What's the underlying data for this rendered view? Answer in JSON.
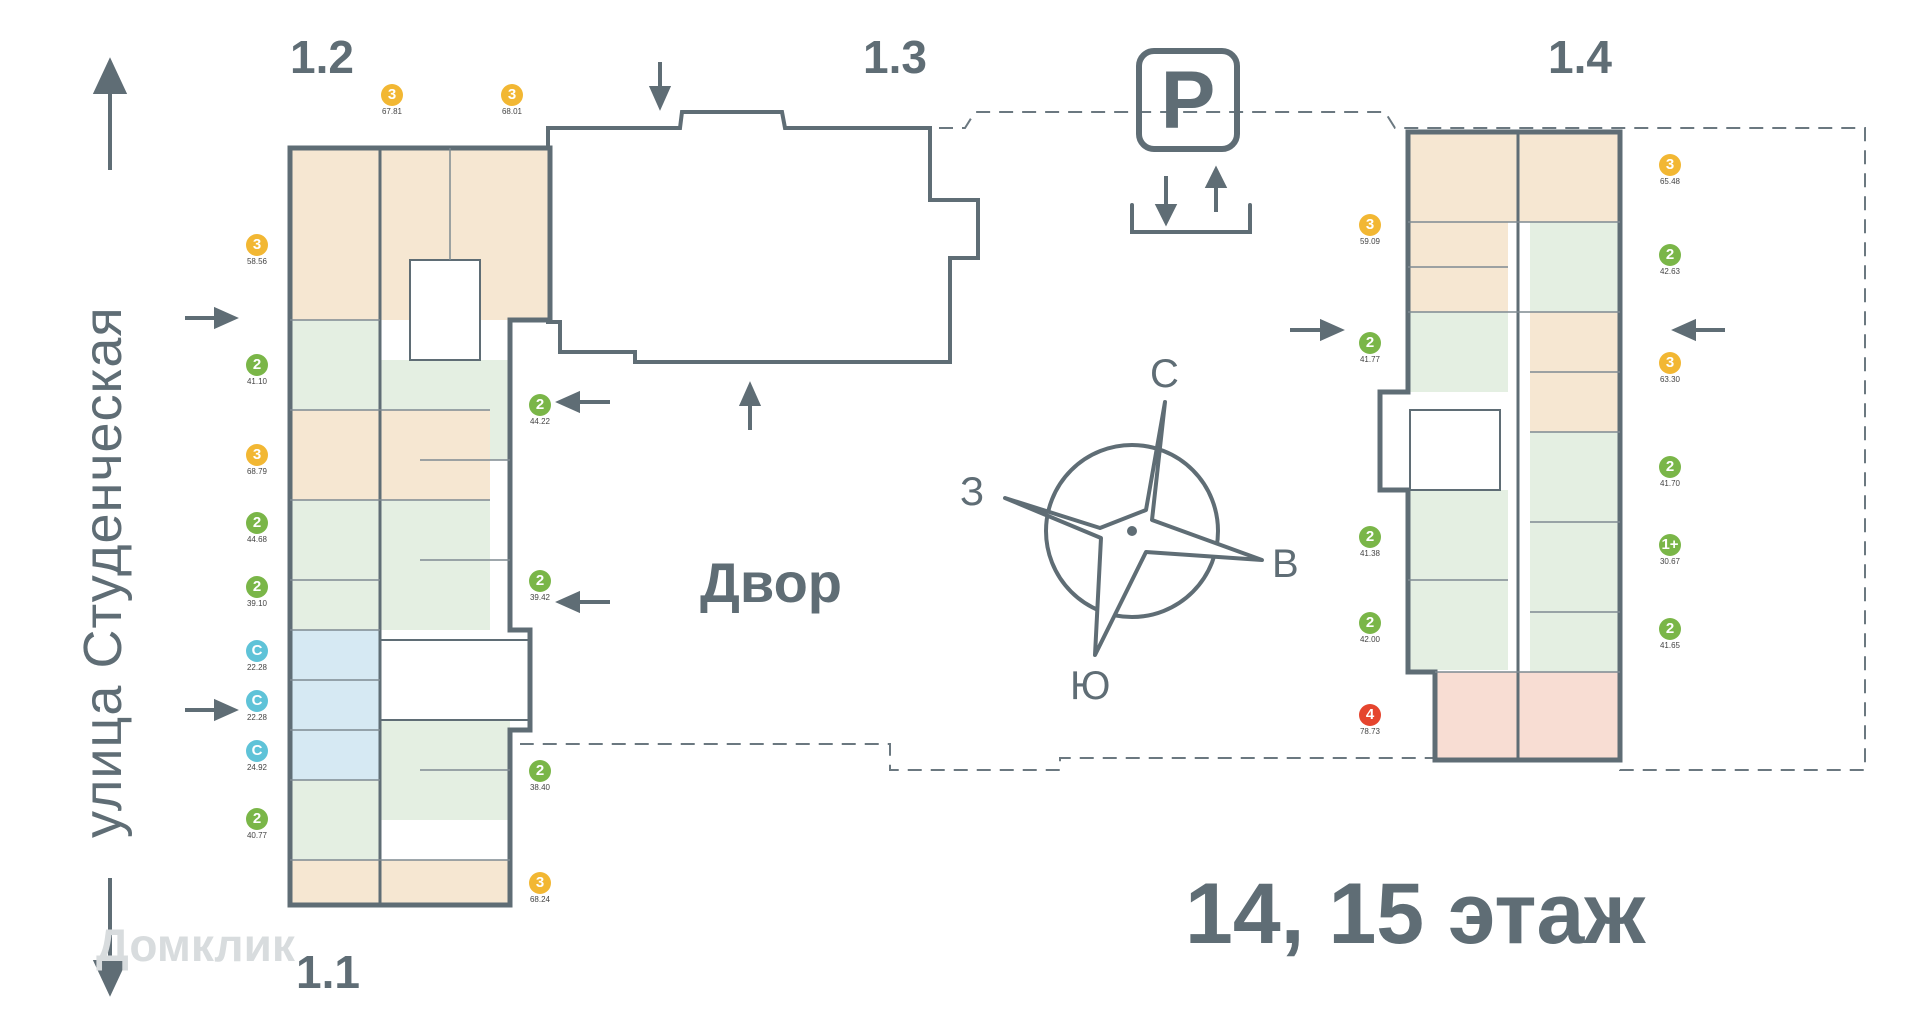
{
  "buildings": {
    "b11": "1.1",
    "b12": "1.2",
    "b13": "1.3",
    "b14": "1.4"
  },
  "street_name": "улица Студенческая",
  "yard_label": "Двор",
  "floor_title": "14, 15 этаж",
  "parking_label": "P",
  "compass": {
    "north": "С",
    "south": "Ю",
    "west": "З",
    "east": "В"
  },
  "watermark": "Домклик",
  "colors": {
    "outline": "#5f6d75",
    "room_three": "#f6e7d2",
    "room_two": "#e4efe2",
    "room_studio": "#d6e9f3",
    "room_four": "#f8ddd3",
    "badge_three": "#f2b733",
    "badge_two": "#7ab648",
    "badge_studio": "#5fc3d8",
    "badge_four": "#e5452e"
  },
  "apartments_left": [
    {
      "rooms": "3",
      "area": "67.81"
    },
    {
      "rooms": "3",
      "area": "68.01"
    },
    {
      "rooms": "3",
      "area": "58.56"
    },
    {
      "rooms": "2",
      "area": "41.10"
    },
    {
      "rooms": "2",
      "area": "44.22"
    },
    {
      "rooms": "3",
      "area": "68.79"
    },
    {
      "rooms": "2",
      "area": "44.68"
    },
    {
      "rooms": "2",
      "area": "39.10"
    },
    {
      "rooms": "2",
      "area": "39.42"
    },
    {
      "rooms": "С",
      "area": "22.28"
    },
    {
      "rooms": "С",
      "area": "22.28"
    },
    {
      "rooms": "С",
      "area": "24.92"
    },
    {
      "rooms": "2",
      "area": "38.40"
    },
    {
      "rooms": "2",
      "area": "40.77"
    },
    {
      "rooms": "3",
      "area": "68.24"
    }
  ],
  "apartments_right": [
    {
      "rooms": "3",
      "area": "65.48"
    },
    {
      "rooms": "3",
      "area": "59.09"
    },
    {
      "rooms": "2",
      "area": "42.63"
    },
    {
      "rooms": "2",
      "area": "41.77"
    },
    {
      "rooms": "3",
      "area": "63.30"
    },
    {
      "rooms": "2",
      "area": "41.70"
    },
    {
      "rooms": "2",
      "area": "41.38"
    },
    {
      "rooms": "1+",
      "area": "30.67"
    },
    {
      "rooms": "2",
      "area": "42.00"
    },
    {
      "rooms": "2",
      "area": "41.65"
    },
    {
      "rooms": "4",
      "area": "78.73"
    }
  ]
}
